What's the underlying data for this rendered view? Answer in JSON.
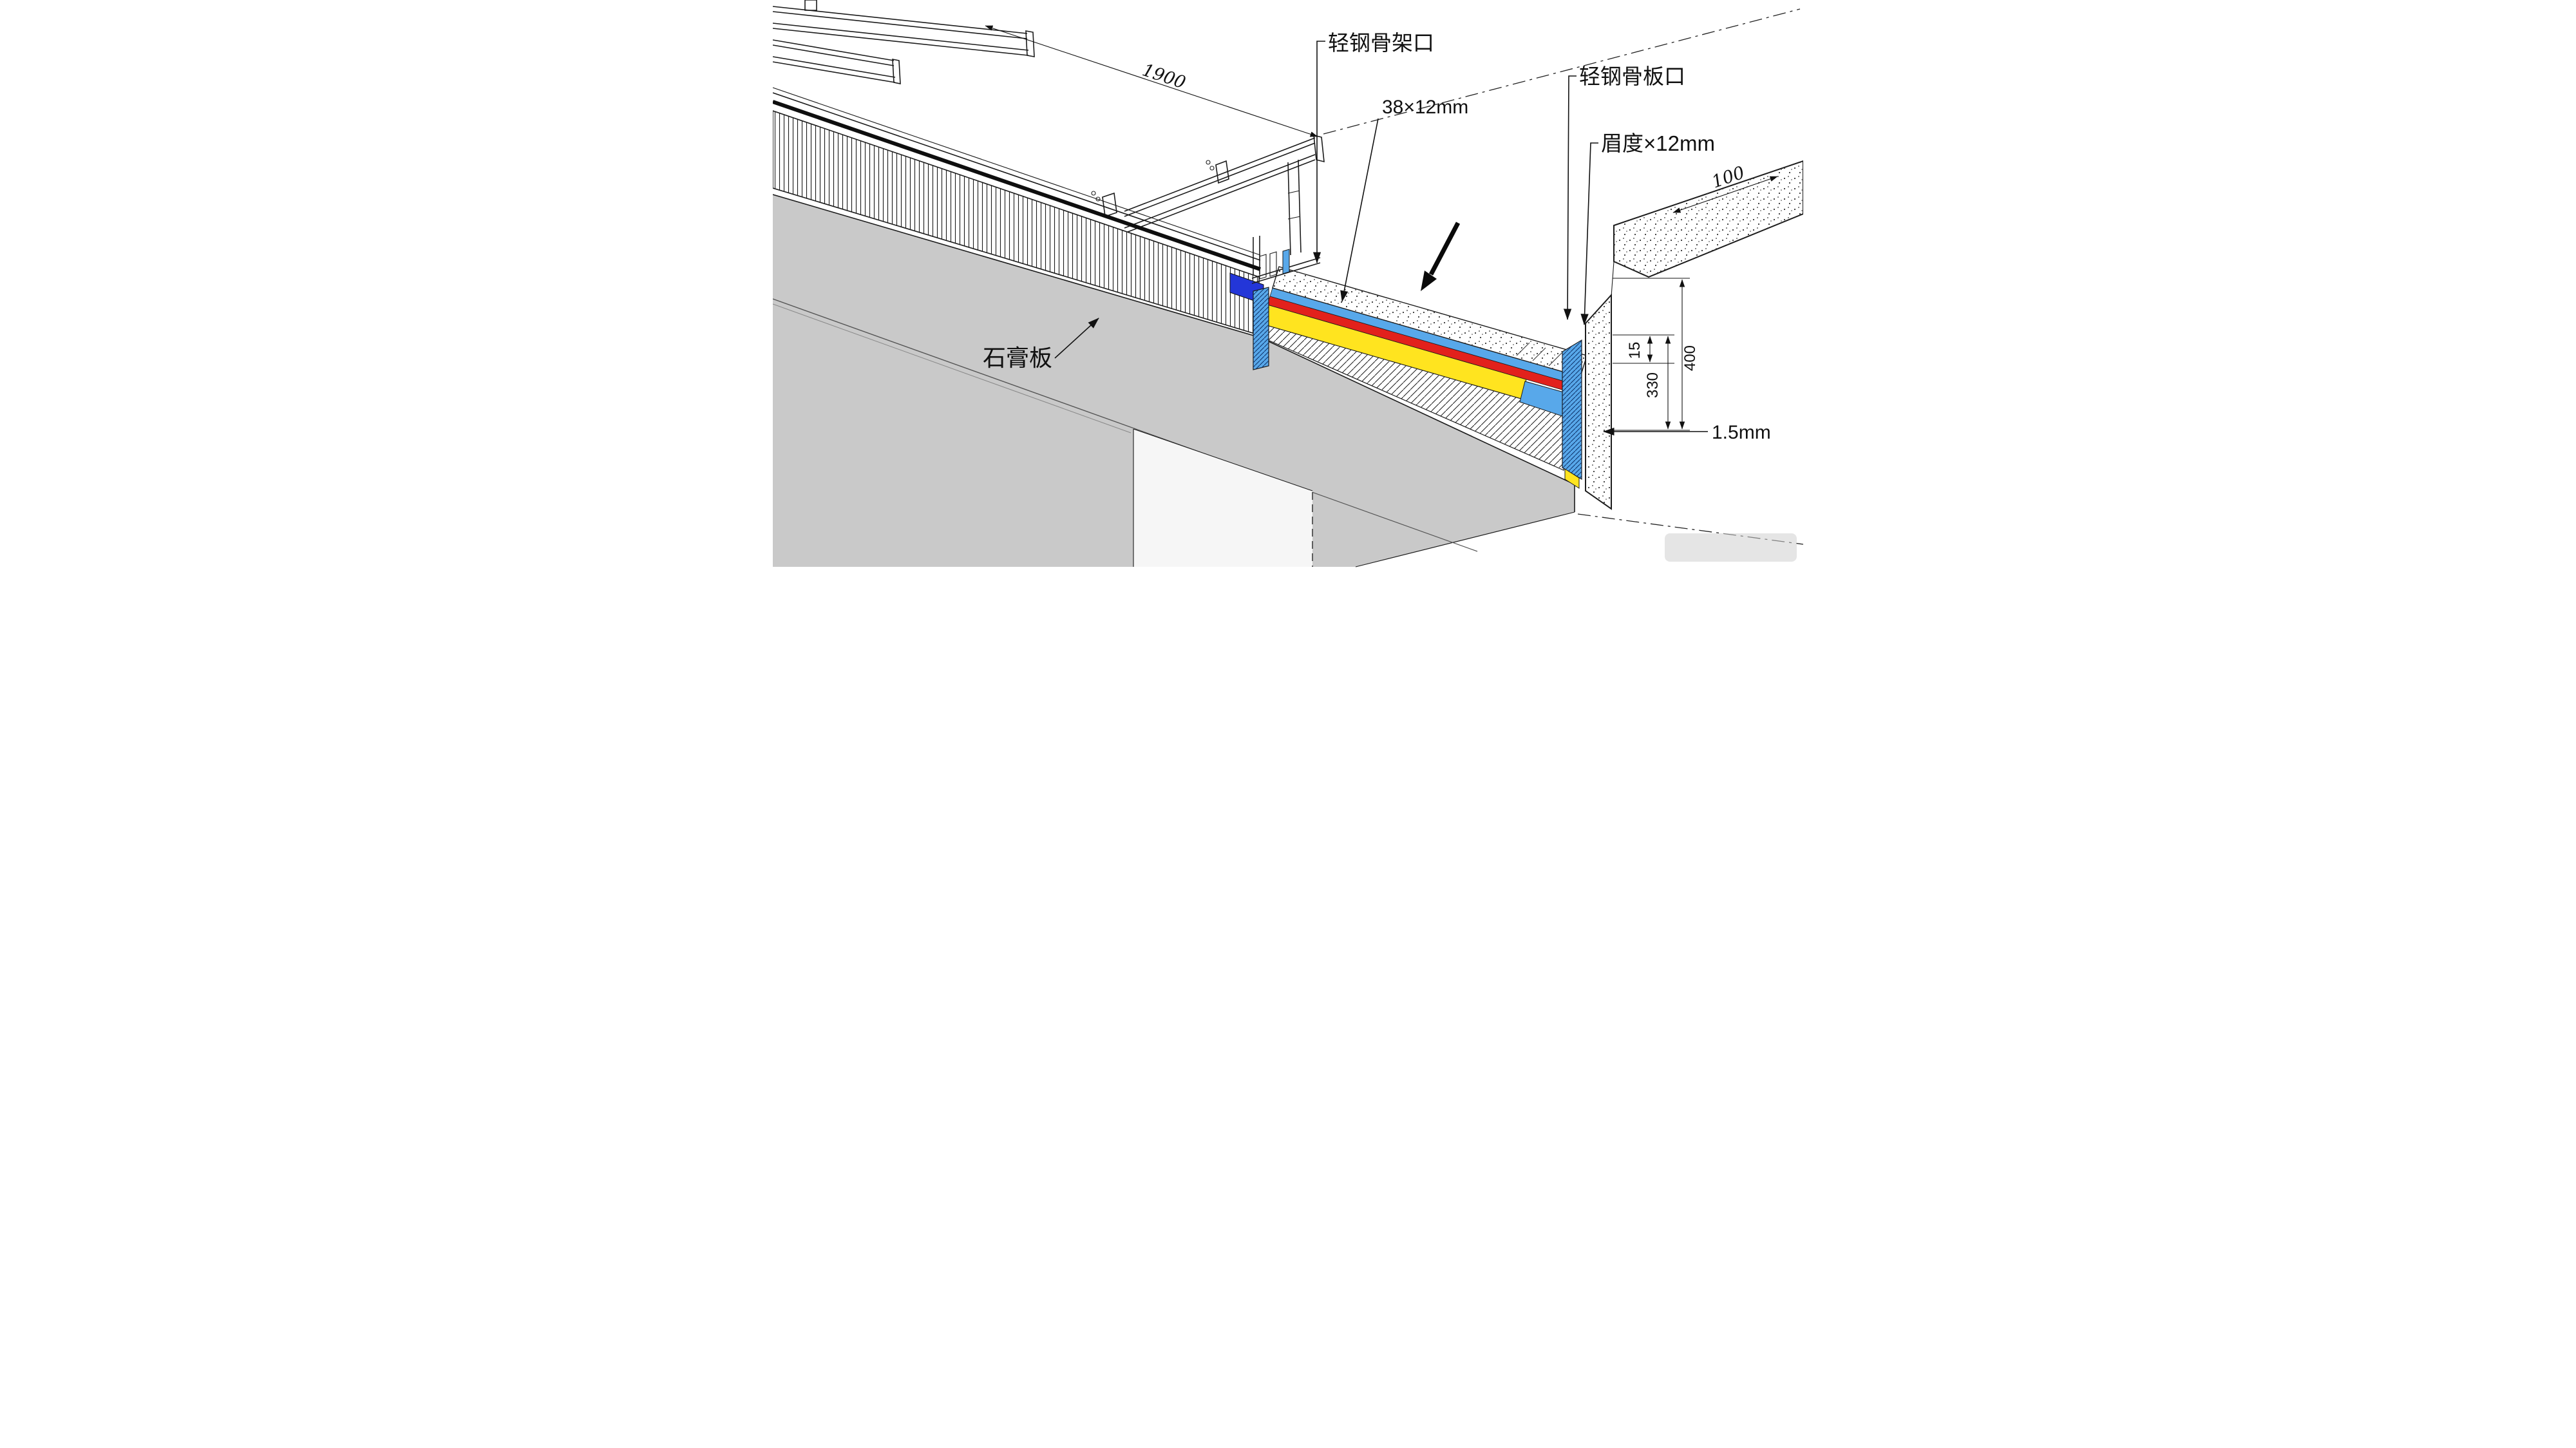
{
  "drawing": {
    "labels": {
      "light_steel_frame": "轻钢骨架口",
      "light_steel_board": "轻钢骨板口",
      "frame_size": "38×12mm",
      "board_size": "眉度×12mm",
      "gypsum_board": "石膏板",
      "edge_thickness": "1.5mm"
    },
    "dimensions": {
      "span": "1900",
      "top_right": "100",
      "right_outer": "400",
      "right_inner": "330",
      "right_small": "15"
    },
    "colors": {
      "board_gray": "#c9c9c9",
      "deep_blue": "#2336d8",
      "light_blue": "#58a8ea",
      "red": "#e2211c",
      "yellow": "#ffe41f"
    }
  }
}
